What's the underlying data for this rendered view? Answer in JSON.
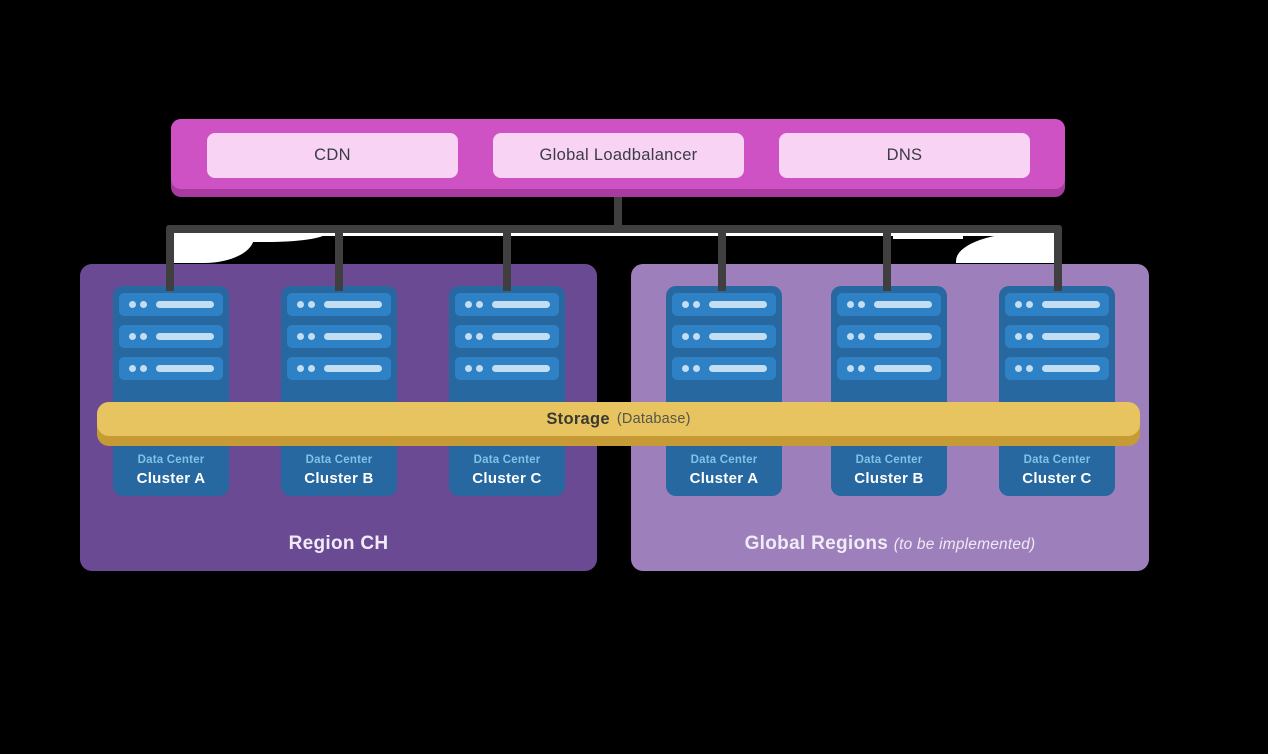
{
  "colors": {
    "background": "#000000",
    "edge_bar": "#cf52c5",
    "edge_bar_shadow": "#a93aa0",
    "edge_node_bg": "#f8d3f4",
    "edge_node_text": "#3b3b46",
    "connector_line": "#3f3f3f",
    "region_primary": "#6a4b93",
    "region_secondary": "#9d80bb",
    "cluster_card": "#26689f",
    "server_row": "#2e81c4",
    "server_glyph": "#c3ddf2",
    "data_center_label": "#7fc3e8",
    "storage_bar": "#e7c45f",
    "storage_bar_shadow": "#c69b35"
  },
  "edge_layer": {
    "nodes": [
      {
        "label": "CDN"
      },
      {
        "label": "Global Loadbalancer"
      },
      {
        "label": "DNS"
      }
    ]
  },
  "storage": {
    "title": "Storage",
    "subtitle": "(Database)"
  },
  "regions": [
    {
      "title": "Region CH",
      "note": "",
      "clusters": [
        {
          "type": "Data Center",
          "name": "Cluster A"
        },
        {
          "type": "Data Center",
          "name": "Cluster B"
        },
        {
          "type": "Data Center",
          "name": "Cluster C"
        }
      ]
    },
    {
      "title": "Global Regions",
      "note": "(to be implemented)",
      "clusters": [
        {
          "type": "Data Center",
          "name": "Cluster A"
        },
        {
          "type": "Data Center",
          "name": "Cluster B"
        },
        {
          "type": "Data Center",
          "name": "Cluster C"
        }
      ]
    }
  ]
}
